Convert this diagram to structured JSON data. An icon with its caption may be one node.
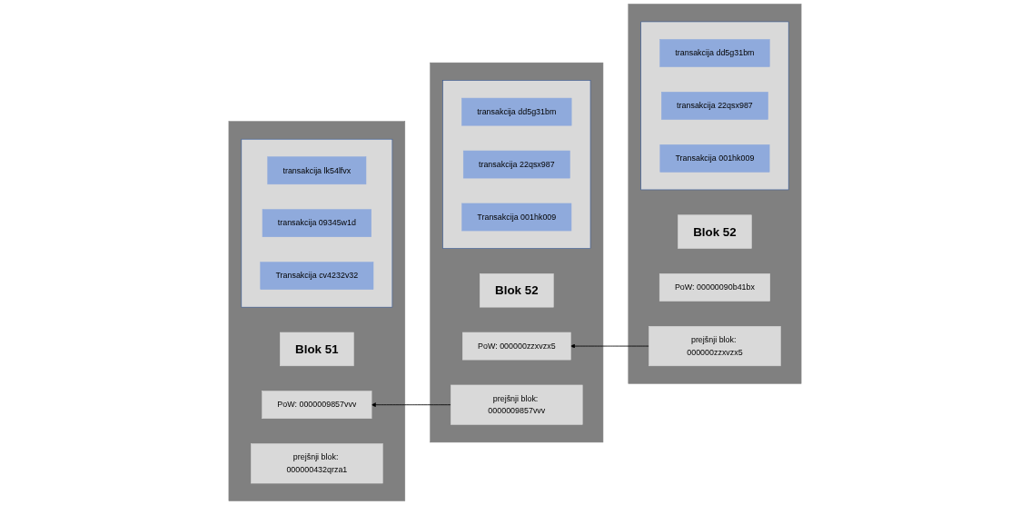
{
  "diagram": {
    "nodes": [
      {
        "text": [],
        "shape": "box"
      },
      {
        "text": [
          "Blok 51"
        ],
        "in": 0
      },
      {
        "text": [
          "PoW: 0000009857vvv"
        ],
        "in": 0
      },
      {
        "text": [
          "prejšnji blok: 000000432qrza1"
        ],
        "in": 0
      },
      {
        "text": [],
        "shape": "box",
        "in": 0
      },
      {
        "text": [
          "transakcija lk54lfvx"
        ],
        "in": 4
      },
      {
        "text": [
          "transakcija 09345w1d"
        ],
        "in": 4
      },
      {
        "text": [
          "Transakcija cv4232v32"
        ],
        "in": 4
      },
      {
        "text": [],
        "shape": "box"
      },
      {
        "text": [
          "Blok 52"
        ],
        "in": 8
      },
      {
        "text": [
          "PoW: 000000zzxvzx5"
        ],
        "in": 8
      },
      {
        "text": [
          "prejšnji blok: 0000009857vvv"
        ],
        "in": 8
      },
      {
        "text": [],
        "shape": "box",
        "in": 8
      },
      {
        "text": [
          "transakcija dd5g31bm"
        ],
        "in": 12
      },
      {
        "text": [
          "transakcija 22qsx987"
        ],
        "in": 12
      },
      {
        "text": [
          "Transakcija 001hk009"
        ],
        "in": 12
      },
      {
        "text": [],
        "shape": "box"
      },
      {
        "text": [
          "Blok 52"
        ],
        "in": 16
      },
      {
        "text": [
          "PoW: 00000090b41bx"
        ],
        "in": 16
      },
      {
        "text": [
          "prejšnji blok: 000000zzxvzx5"
        ],
        "in": 16
      },
      {
        "text": [],
        "shape": "box",
        "in": 16
      },
      {
        "text": [
          "transakcija dd5g31bm"
        ],
        "in": 20
      },
      {
        "text": [
          "transakcija 22qsx987"
        ],
        "in": 20
      },
      {
        "text": [
          "Transakcija 001hk009"
        ],
        "in": 20
      }
    ],
    "edges": [
      {
        "from": 11,
        "to": 2,
        "arrow": "to"
      },
      {
        "from": 19,
        "to": 10,
        "arrow": "to"
      }
    ]
  }
}
